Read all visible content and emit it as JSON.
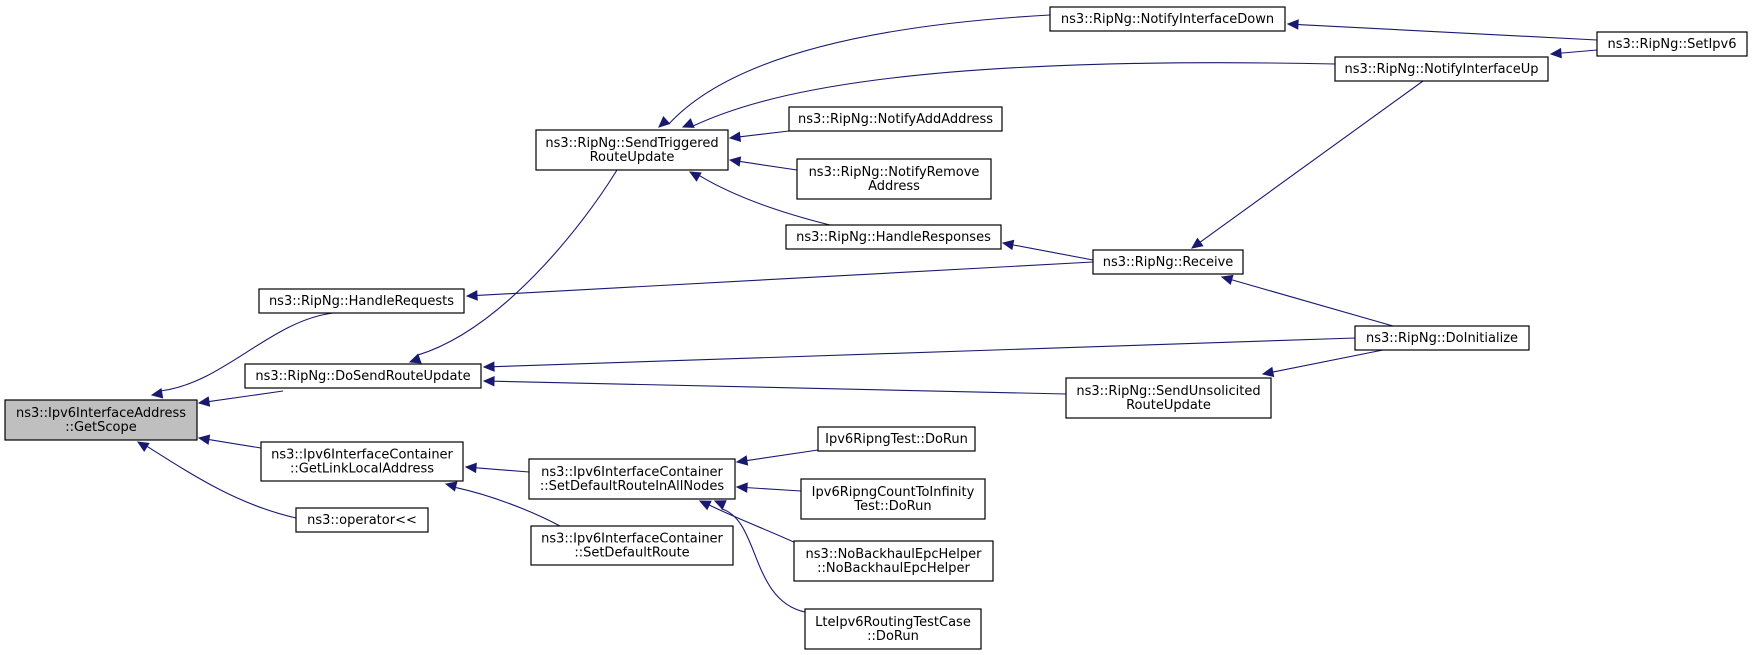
{
  "graph": {
    "type": "call-graph",
    "colors": {
      "edge": "#191970",
      "node_border": "#000000",
      "focus_fill": "#bfbfbf",
      "node_fill": "#ffffff"
    },
    "nodes": [
      {
        "id": "getscope",
        "lines": [
          "ns3::Ipv6InterfaceAddress",
          "::GetScope"
        ],
        "focus": true
      },
      {
        "id": "handlerequests",
        "lines": [
          "ns3::RipNg::HandleRequests"
        ]
      },
      {
        "id": "dosendrouteupdate",
        "lines": [
          "ns3::RipNg::DoSendRouteUpdate"
        ]
      },
      {
        "id": "getlinklocaladdress",
        "lines": [
          "ns3::Ipv6InterfaceContainer",
          "::GetLinkLocalAddress"
        ]
      },
      {
        "id": "operator",
        "lines": [
          "ns3::operator<<"
        ]
      },
      {
        "id": "sendtriggered",
        "lines": [
          "ns3::RipNg::SendTriggered",
          "RouteUpdate"
        ]
      },
      {
        "id": "setdefaultrouteinallnodes",
        "lines": [
          "ns3::Ipv6InterfaceContainer",
          "::SetDefaultRouteInAllNodes"
        ]
      },
      {
        "id": "setdefaultroute",
        "lines": [
          "ns3::Ipv6InterfaceContainer",
          "::SetDefaultRoute"
        ]
      },
      {
        "id": "notifyinterfacedown",
        "lines": [
          "ns3::RipNg::NotifyInterfaceDown"
        ]
      },
      {
        "id": "notifyinterfaceup",
        "lines": [
          "ns3::RipNg::NotifyInterfaceUp"
        ]
      },
      {
        "id": "notifyaddaddress",
        "lines": [
          "ns3::RipNg::NotifyAddAddress"
        ]
      },
      {
        "id": "notifyremoveaddress",
        "lines": [
          "ns3::RipNg::NotifyRemove",
          "Address"
        ]
      },
      {
        "id": "handleresponses",
        "lines": [
          "ns3::RipNg::HandleResponses"
        ]
      },
      {
        "id": "receive",
        "lines": [
          "ns3::RipNg::Receive"
        ]
      },
      {
        "id": "doinitialize",
        "lines": [
          "ns3::RipNg::DoInitialize"
        ]
      },
      {
        "id": "sendunsolicited",
        "lines": [
          "ns3::RipNg::SendUnsolicited",
          "RouteUpdate"
        ]
      },
      {
        "id": "setipv6",
        "lines": [
          "ns3::RipNg::SetIpv6"
        ]
      },
      {
        "id": "ipv6ripngtest",
        "lines": [
          "Ipv6RipngTest::DoRun"
        ]
      },
      {
        "id": "ipv6ripngcount",
        "lines": [
          "Ipv6RipngCountToInfinity",
          "Test::DoRun"
        ]
      },
      {
        "id": "nobackhaul",
        "lines": [
          "ns3::NoBackhaulEpcHelper",
          "::NoBackhaulEpcHelper"
        ]
      },
      {
        "id": "lteipv6routing",
        "lines": [
          "LteIpv6RoutingTestCase",
          "::DoRun"
        ]
      }
    ],
    "edges": [
      {
        "from": "handlerequests",
        "to": "getscope"
      },
      {
        "from": "dosendrouteupdate",
        "to": "getscope"
      },
      {
        "from": "getlinklocaladdress",
        "to": "getscope"
      },
      {
        "from": "operator",
        "to": "getscope"
      },
      {
        "from": "receive",
        "to": "handlerequests"
      },
      {
        "from": "sendtriggered",
        "to": "dosendrouteupdate"
      },
      {
        "from": "doinitialize",
        "to": "dosendrouteupdate"
      },
      {
        "from": "sendunsolicited",
        "to": "dosendrouteupdate"
      },
      {
        "from": "setdefaultrouteinallnodes",
        "to": "getlinklocaladdress"
      },
      {
        "from": "setdefaultroute",
        "to": "getlinklocaladdress"
      },
      {
        "from": "notifyinterfacedown",
        "to": "sendtriggered"
      },
      {
        "from": "notifyinterfaceup",
        "to": "sendtriggered"
      },
      {
        "from": "notifyaddaddress",
        "to": "sendtriggered"
      },
      {
        "from": "notifyremoveaddress",
        "to": "sendtriggered"
      },
      {
        "from": "handleresponses",
        "to": "sendtriggered"
      },
      {
        "from": "receive",
        "to": "handleresponses"
      },
      {
        "from": "notifyinterfaceup",
        "to": "receive"
      },
      {
        "from": "doinitialize",
        "to": "receive"
      },
      {
        "from": "setipv6",
        "to": "notifyinterfacedown"
      },
      {
        "from": "setipv6",
        "to": "notifyinterfaceup"
      },
      {
        "from": "doinitialize",
        "to": "sendunsolicited"
      },
      {
        "from": "ipv6ripngtest",
        "to": "setdefaultrouteinallnodes"
      },
      {
        "from": "ipv6ripngcount",
        "to": "setdefaultrouteinallnodes"
      },
      {
        "from": "nobackhaul",
        "to": "setdefaultrouteinallnodes"
      },
      {
        "from": "lteipv6routing",
        "to": "setdefaultrouteinallnodes"
      }
    ]
  }
}
